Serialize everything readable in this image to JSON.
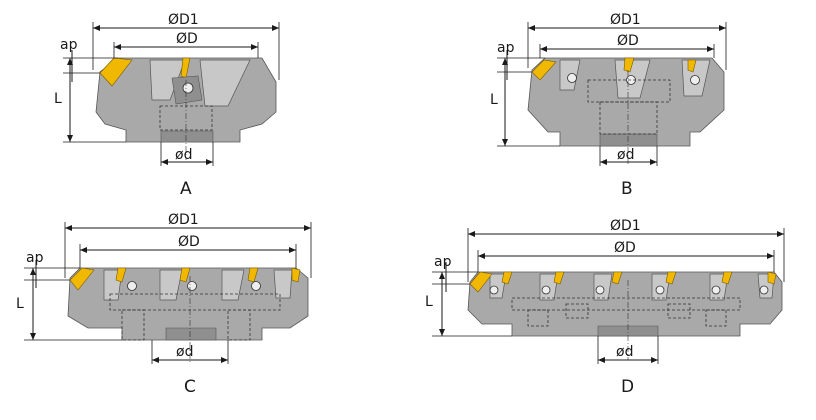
{
  "labels": {
    "diameter_outer": "ØD1",
    "diameter": "ØD",
    "bore": "ød",
    "length": "L",
    "depth": "ap"
  },
  "variants": [
    {
      "caption": "A"
    },
    {
      "caption": "B"
    },
    {
      "caption": "C"
    },
    {
      "caption": "D"
    }
  ],
  "colors": {
    "body": "#a9a9a9",
    "insert": "#f0b800",
    "line": "#1a1a1a"
  }
}
